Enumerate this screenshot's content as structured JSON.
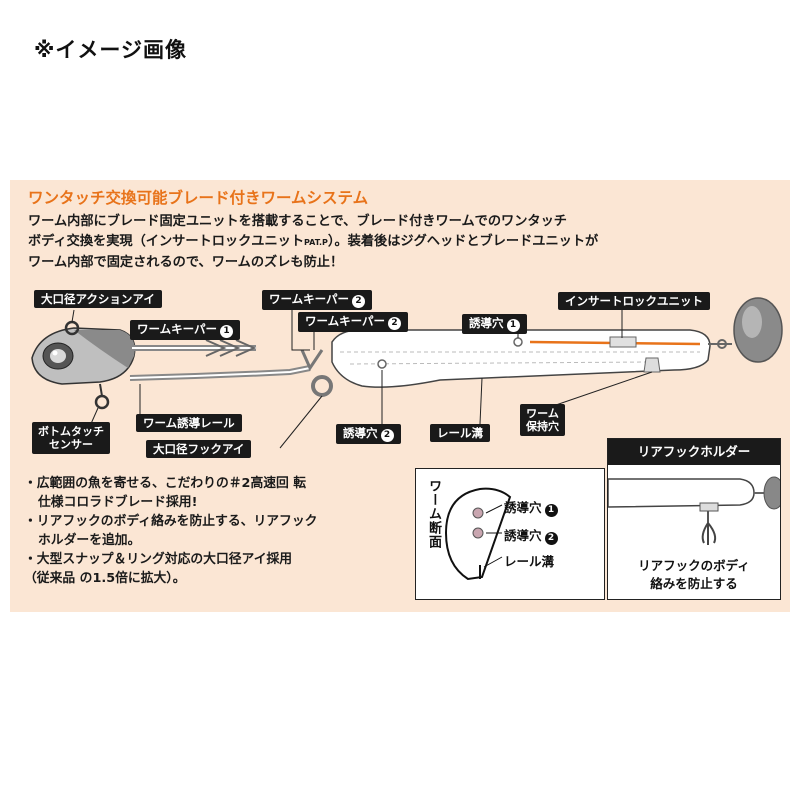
{
  "caption": "※イメージ画像",
  "title": "ワンタッチ交換可能ブレード付きワームシステム",
  "description": {
    "line1": "ワーム内部にブレード固定ユニットを搭載することで、ブレード付きワームでのワンタッチ",
    "line2_a": "ボディ交換を実現（インサートロックユニット",
    "line2_pat": "PAT.P",
    "line2_b": "）。装着後はジグヘッドとブレードユニットが",
    "line3": "ワーム内部で固定されるので、ワームのズレも防止！"
  },
  "labels": {
    "large_eye": "大口径アクションアイ",
    "keeper1": "ワームキーパー",
    "keeper2_top": "ワームキーパー",
    "keeper2": "ワームキーパー",
    "guide_hole1": "誘導穴",
    "insert_lock": "インサートロックユニット",
    "guide_rail": "ワーム誘導レール",
    "bottom_sensor_1": "ボトムタッチ",
    "bottom_sensor_2": "センサー",
    "hook_eye": "大口径フックアイ",
    "guide_hole2": "誘導穴",
    "rail_groove": "レール溝",
    "worm_holder_1": "ワーム",
    "worm_holder_2": "保持穴",
    "n1": "1",
    "n2": "2"
  },
  "bullets": {
    "b1_line1": "・広範囲の魚を寄せる、こだわりの＃2高速回 転",
    "b1_line2": "仕様コロラドブレード採用!",
    "b2_line1": "・リアフックのボディ絡みを防止する、リアフック",
    "b2_line2": "ホルダーを追加。",
    "b3_line1": "・大型スナップ＆リング対応の大口径アイ採用",
    "b3_line2": "（従来品 の1.5倍に拡大）。"
  },
  "section": {
    "vertical_title": "ワーム断面",
    "hole1": "誘導穴",
    "hole2": "誘導穴",
    "groove": "レール溝"
  },
  "rear_holder": {
    "title": "リアフックホルダー",
    "caption_1": "リアフックのボディ",
    "caption_2": "絡みを防止する"
  },
  "colors": {
    "panel_bg": "#fbe6d4",
    "accent_orange": "#e8731a",
    "label_dark": "#1a1a1a"
  }
}
